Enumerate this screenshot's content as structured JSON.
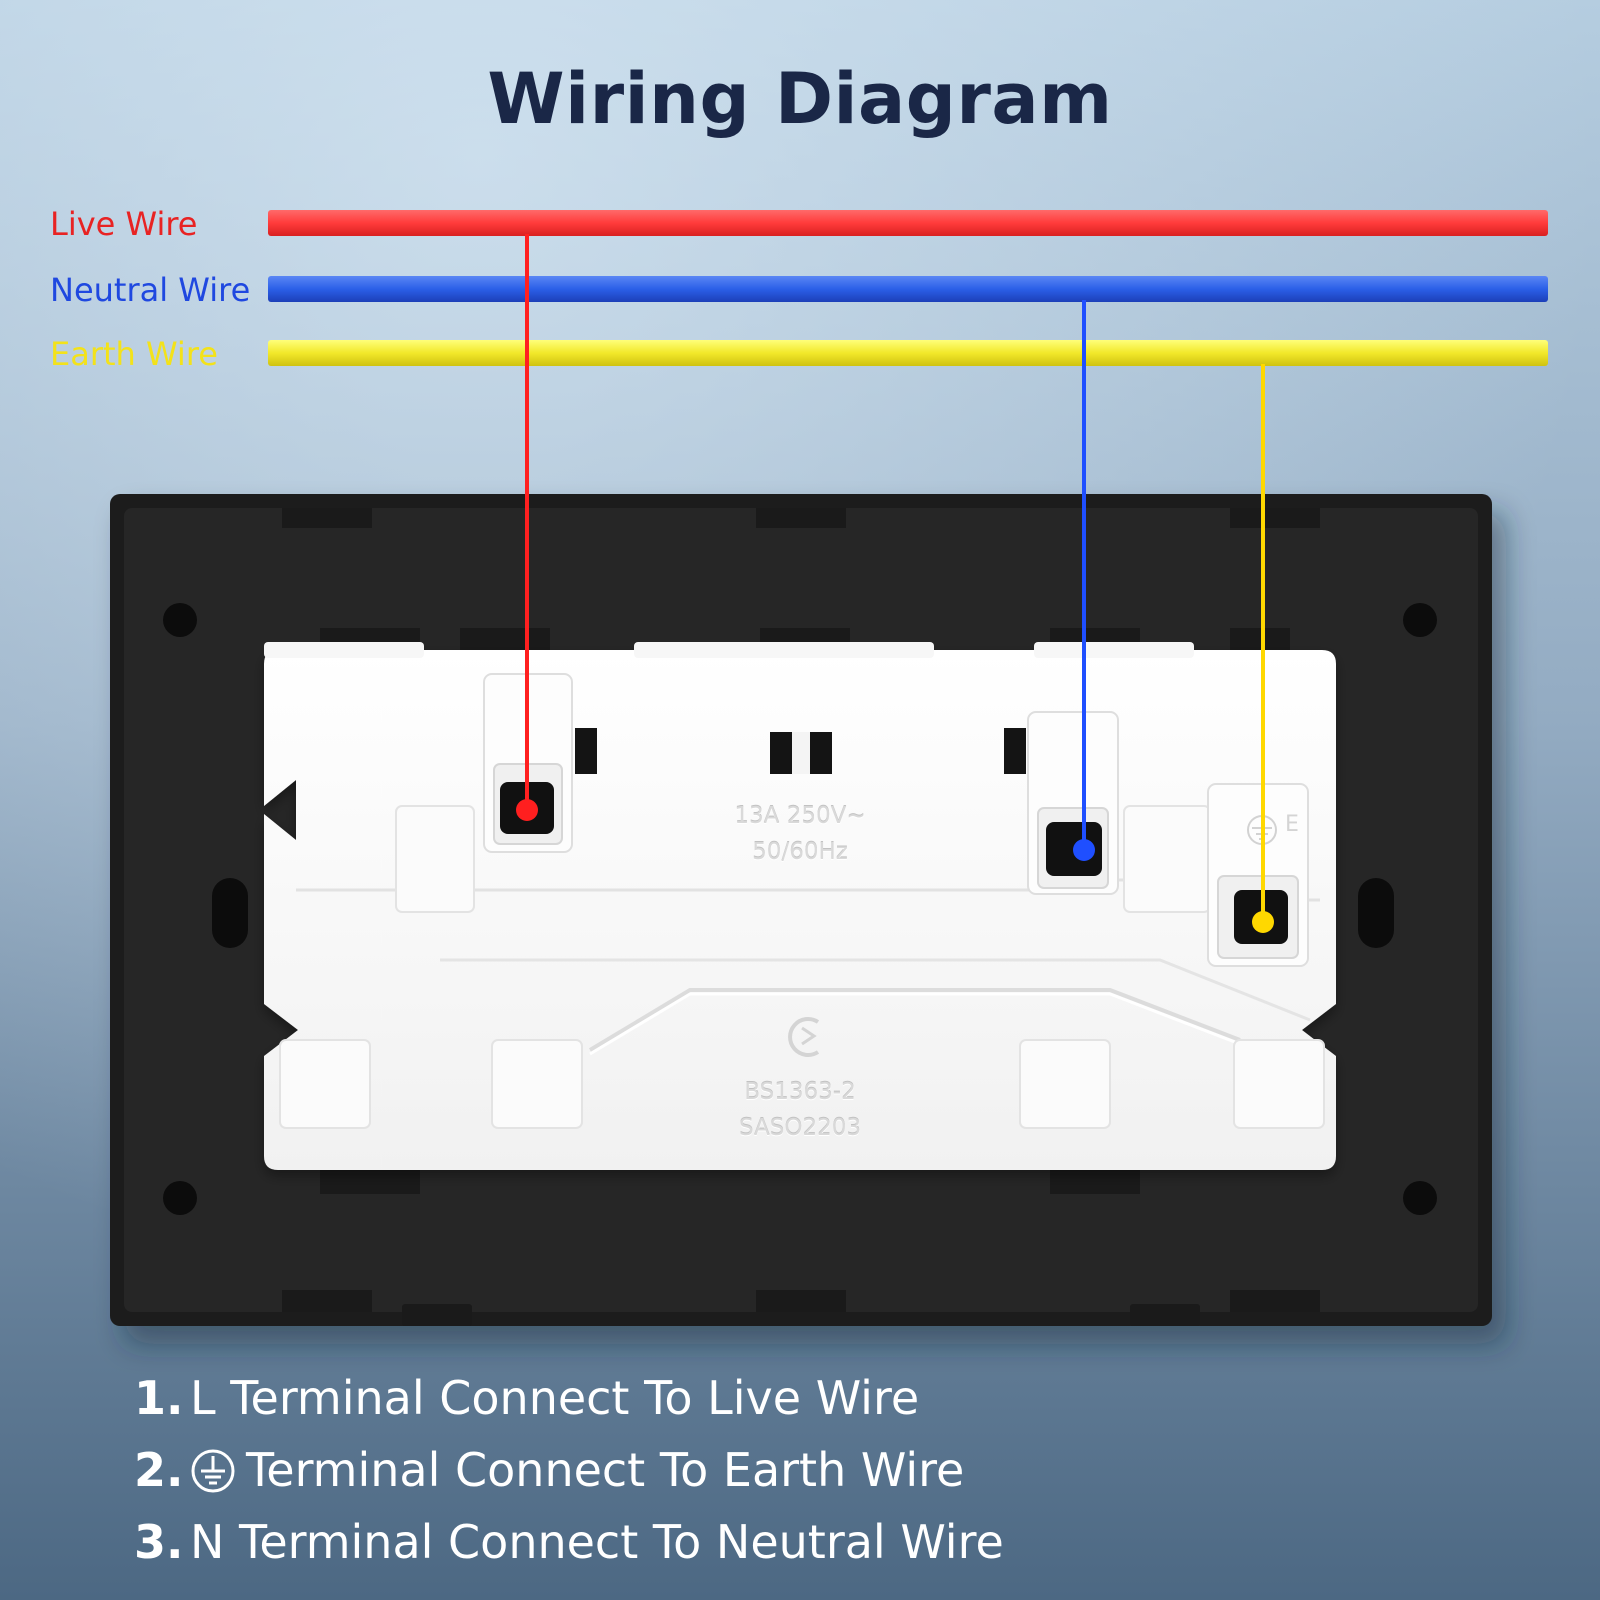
{
  "title": "Wiring Diagram",
  "wires": {
    "live": {
      "label": "Live Wire",
      "color": "#ff3b3b"
    },
    "neutral": {
      "label": "Neutral Wire",
      "color": "#2b5fe8"
    },
    "earth": {
      "label": "Earth Wire",
      "color": "#f2e82a"
    }
  },
  "socket": {
    "rating_line1": "13A 250V~",
    "rating_line2": "50/60Hz",
    "earth_mark": "E",
    "standard_line1": "BS1363-2",
    "standard_line2": "SASO2203"
  },
  "instructions": [
    {
      "number": "1.",
      "text": "L Terminal Connect To Live Wire"
    },
    {
      "number": "2.",
      "text": "Terminal Connect To Earth Wire",
      "icon": "earth-ground-icon"
    },
    {
      "number": "3.",
      "text": "N Terminal Connect To Neutral Wire"
    }
  ]
}
